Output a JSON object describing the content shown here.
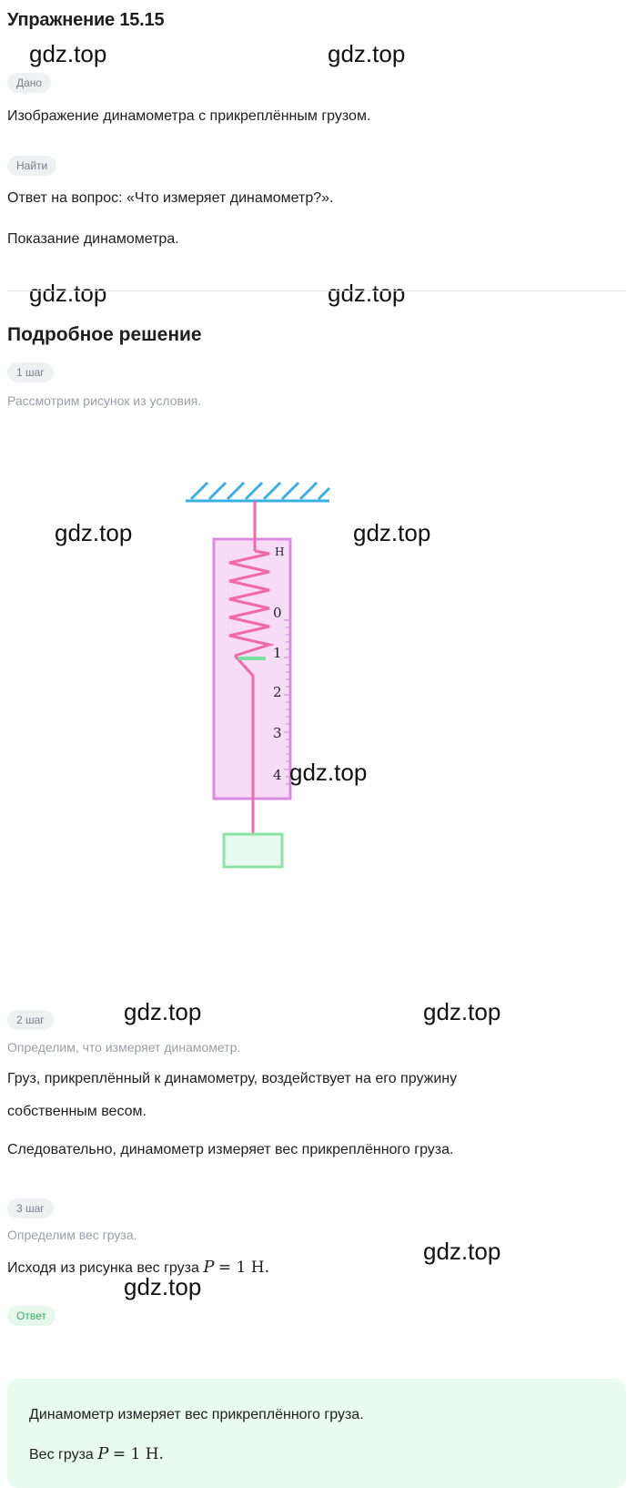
{
  "title": "Упражнение 15.15",
  "given": {
    "badge": "Дано",
    "text": "Изображение динамометра с прикреплённым грузом."
  },
  "find": {
    "badge": "Найти",
    "items": [
      "Ответ на вопрос: «Что измеряет динамометр?».",
      "Показание динамометра."
    ]
  },
  "solution_title": "Подробное решение",
  "steps": [
    {
      "badge": "1 шаг",
      "hint": "Рассмотрим рисунок из условия."
    },
    {
      "badge": "2 шаг",
      "hint": "Определим, что измеряет динамометр.",
      "lines": [
        "Груз, прикреплённый к динамометру, воздействует на его пружину",
        "собственным весом.",
        "Следовательно, динамометр измеряет вес прикреплённого груза."
      ]
    },
    {
      "badge": "3 шаг",
      "hint": "Определим вес груза.",
      "line_prefix": "Исходя из рисунка вес груза",
      "formula_var": "P",
      "formula_rest": "= 1 Н."
    }
  ],
  "answer": {
    "badge": "Ответ",
    "line1": "Динамометр измеряет вес прикреплённого груза.",
    "line2_prefix": "Вес груза",
    "formula_var": "P",
    "formula_rest": "= 1 Н."
  },
  "figure": {
    "unit_label": "Н",
    "scale_labels": [
      "0",
      "1",
      "2",
      "3",
      "4"
    ],
    "colors": {
      "support": "#3ab0e8",
      "spring": "#f06aa8",
      "body": "#f6dcf6",
      "body_border": "#d98be0",
      "pointer": "#7be0a0",
      "weight": "#8de3a6"
    }
  },
  "watermark": "gdz.top"
}
